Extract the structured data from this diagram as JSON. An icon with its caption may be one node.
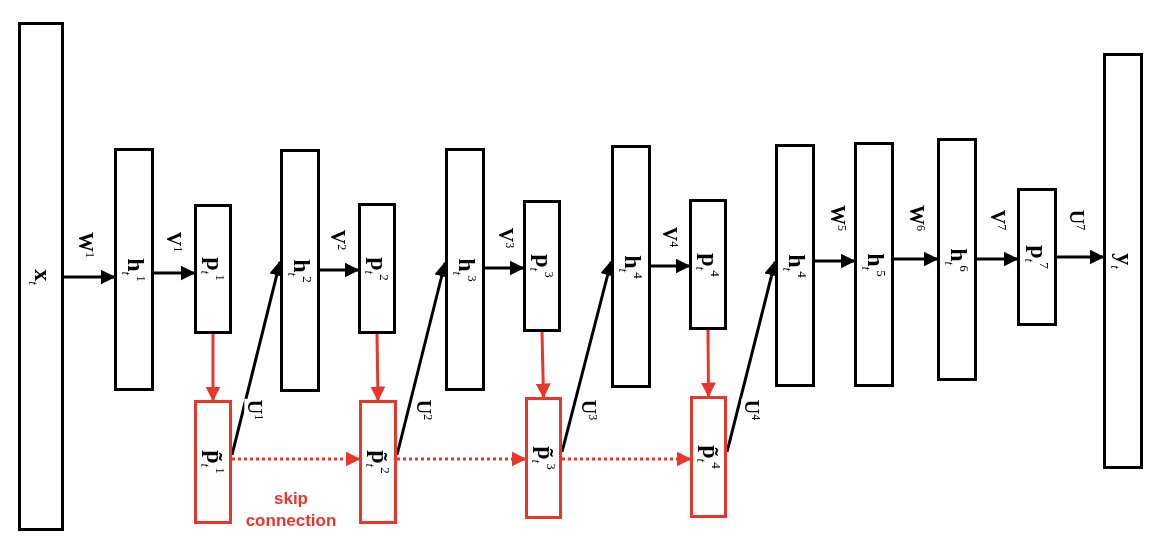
{
  "diagram": {
    "nodes": [
      {
        "text": [
          "**x**$_{t}$"
        ]
      },
      {
        "text": [
          "**h**$_{t}$$^{1}$"
        ]
      },
      {
        "text": [
          "**p**$_{t}$$^{1}$"
        ]
      },
      {
        "text": [
          "**p̃**$_{t}$$^{1}$"
        ]
      },
      {
        "text": [
          "**h**$_{t}$$^{2}$"
        ]
      },
      {
        "text": [
          "**p**$_{t}$$^{2}$"
        ]
      },
      {
        "text": [
          "**p̃**$_{t}$$^{2}$"
        ]
      },
      {
        "text": [
          "**h**$_{t}$$^{3}$"
        ]
      },
      {
        "text": [
          "**p**$_{t}$$^{3}$"
        ]
      },
      {
        "text": [
          "**p̃**$_{t}$$^{3}$"
        ]
      },
      {
        "text": [
          "**h**$_{t}$$^{4}$"
        ]
      },
      {
        "text": [
          "**p**$_{t}$$^{4}$"
        ]
      },
      {
        "text": [
          "**p̃**$_{t}$$^{4}$"
        ]
      },
      {
        "text": [
          "**h**$_{t}$$^{4}$"
        ]
      },
      {
        "text": [
          "**h**$_{t}$$^{5}$"
        ]
      },
      {
        "text": [
          "**h**$_{t}$$^{6}$"
        ]
      },
      {
        "text": [
          "**p**$_{t}$$^{7}$"
        ]
      },
      {
        "text": [
          "**y**$_{t}$"
        ]
      }
    ],
    "edges": [
      {
        "from": 0,
        "to": 1,
        "arrow": "to",
        "label": "**W**$^{1}$"
      },
      {
        "from": 1,
        "to": 2,
        "arrow": "to",
        "label": "**V**$^{1}$"
      },
      {
        "from": 2,
        "to": 3,
        "arrow": "to",
        "color": "#e8372a"
      },
      {
        "from": 3,
        "to": 4,
        "arrow": "to",
        "label": "**U**$^{1}$"
      },
      {
        "from": 3,
        "to": 6,
        "arrow": "to",
        "style": "dashed",
        "color": "#e8372a"
      },
      {
        "from": 4,
        "to": 5,
        "arrow": "to",
        "label": "**V**$^{2}$"
      },
      {
        "from": 5,
        "to": 6,
        "arrow": "to",
        "color": "#e8372a"
      },
      {
        "from": 6,
        "to": 7,
        "arrow": "to",
        "label": "**U**$^{2}$"
      },
      {
        "from": 6,
        "to": 9,
        "arrow": "to",
        "style": "dashed",
        "color": "#e8372a"
      },
      {
        "from": 7,
        "to": 8,
        "arrow": "to",
        "label": "**V**$^{3}$"
      },
      {
        "from": 8,
        "to": 9,
        "arrow": "to",
        "color": "#e8372a"
      },
      {
        "from": 9,
        "to": 10,
        "arrow": "to",
        "label": "**U**$^{3}$"
      },
      {
        "from": 9,
        "to": 12,
        "arrow": "to",
        "style": "dashed",
        "color": "#e8372a"
      },
      {
        "from": 10,
        "to": 11,
        "arrow": "to",
        "label": "**V**$^{4}$"
      },
      {
        "from": 11,
        "to": 12,
        "arrow": "to",
        "color": "#e8372a"
      },
      {
        "from": 12,
        "to": 13,
        "arrow": "to",
        "label": "**U**$^{4}$"
      },
      {
        "from": 13,
        "to": 14,
        "arrow": "to",
        "label": "**W**$^{5}$"
      },
      {
        "from": 14,
        "to": 15,
        "arrow": "to",
        "label": "**W**$^{6}$"
      },
      {
        "from": 15,
        "to": 16,
        "arrow": "to",
        "label": "**V**$^{7}$"
      },
      {
        "from": 16,
        "to": 17,
        "arrow": "to",
        "label": "**U**$^{7}$"
      }
    ],
    "labels": [
      "skip connection"
    ]
  }
}
